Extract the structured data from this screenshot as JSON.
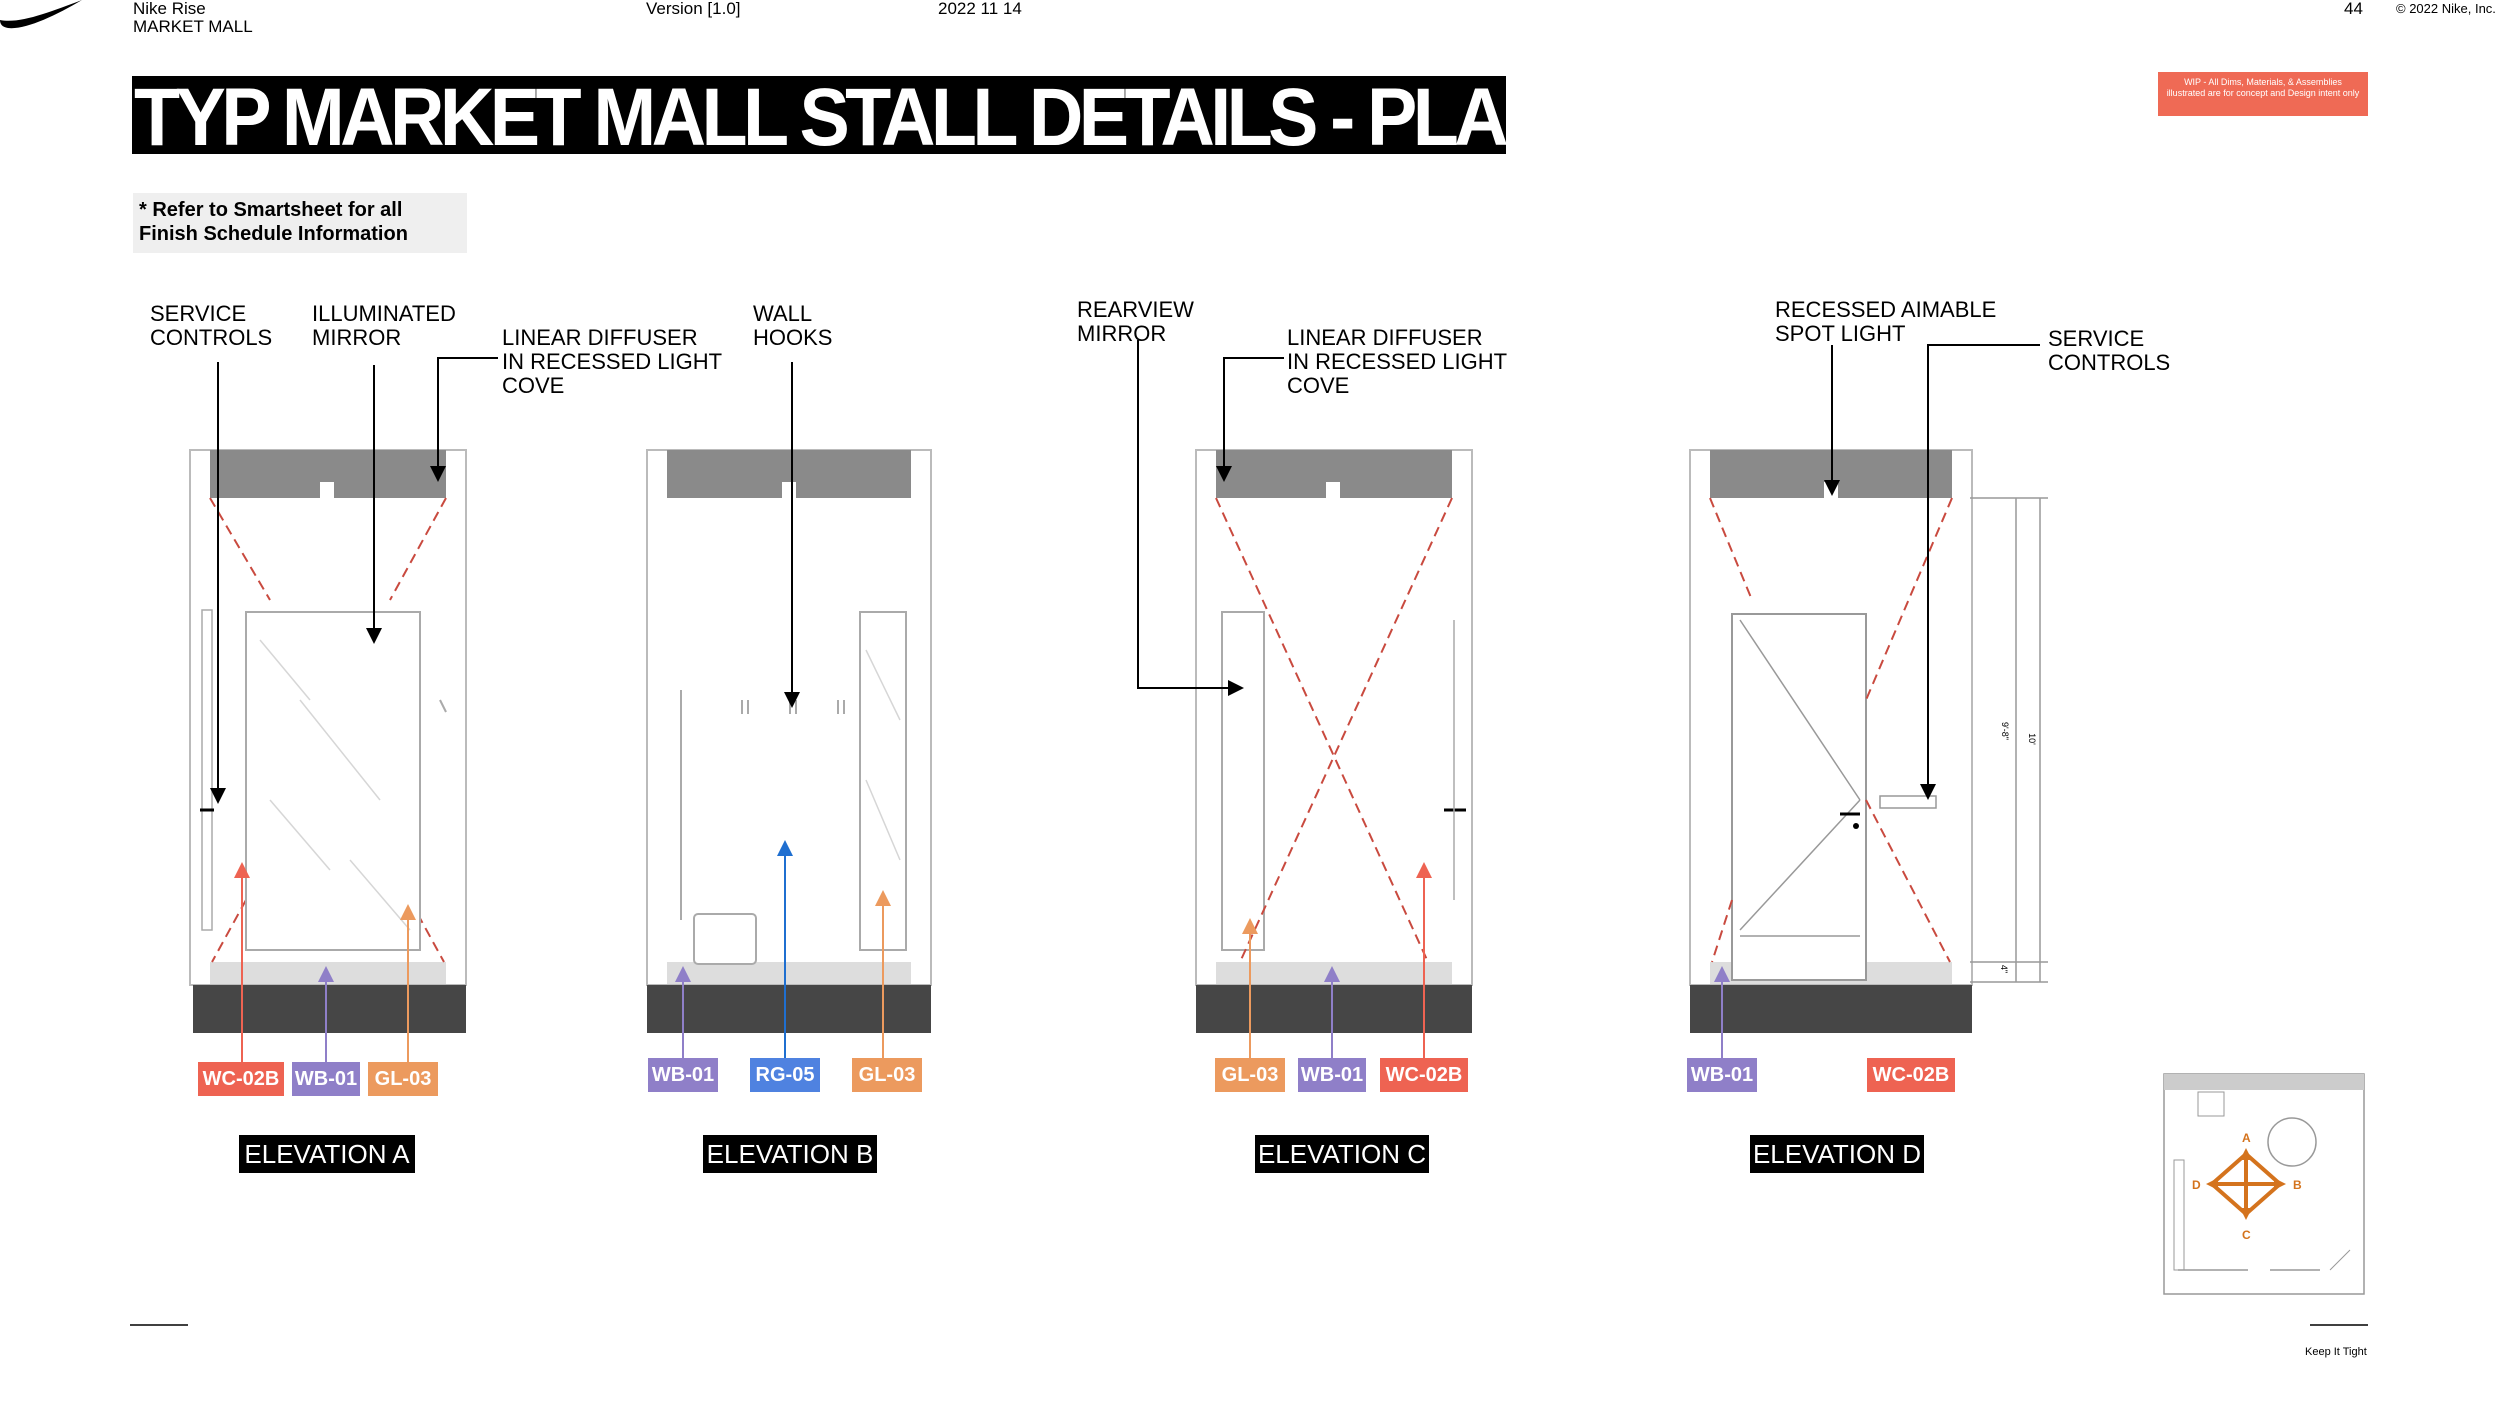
{
  "header": {
    "project": "Nike Rise",
    "project_sub": "MARKET MALL",
    "version": "Version [1.0]",
    "date": "2022 11 14",
    "page": "44",
    "copyright": "© 2022 Nike, Inc."
  },
  "title": "TYP MARKET MALL STALL DETAILS - PLANS",
  "note": {
    "line1": "* Refer to Smartsheet for all",
    "line2": "Finish Schedule Information"
  },
  "wip_note": "WIP - All Dims, Materials, & Assemblies illustrated are for concept and Design intent only",
  "callouts": {
    "a_service": "SERVICE\nCONTROLS",
    "a_mirror": "ILLUMINATED\nMIRROR",
    "a_diffuser": "LINEAR DIFFUSER\nIN RECESSED LIGHT\nCOVE",
    "b_hooks": "WALL\nHOOKS",
    "c_mirror": "REARVIEW\nMIRROR",
    "c_diffuser": "LINEAR DIFFUSER\nIN RECESSED LIGHT\nCOVE",
    "d_spot": "RECESSED AIMABLE\nSPOT LIGHT",
    "d_service": "SERVICE\nCONTROLS"
  },
  "finish_tags": {
    "a": [
      "WC-02B",
      "WB-01",
      "GL-03"
    ],
    "b": [
      "WB-01",
      "RG-05",
      "GL-03"
    ],
    "c": [
      "GL-03",
      "WB-01",
      "WC-02B"
    ],
    "d": [
      "WB-01",
      "WC-02B"
    ]
  },
  "elevations": [
    "ELEVATION A",
    "ELEVATION B",
    "ELEVATION C",
    "ELEVATION D"
  ],
  "dims": {
    "overall": "10'",
    "inner": "9'-8\"",
    "base": "4\""
  },
  "key_plan": {
    "a": "A",
    "b": "B",
    "c": "C",
    "d": "D"
  },
  "footer": "Keep It Tight",
  "colors": {
    "wc": "#ee6352",
    "wb": "#8f7fc8",
    "gl": "#ec9a5e",
    "rg": "#4f82e0",
    "key": "#d4731d"
  }
}
